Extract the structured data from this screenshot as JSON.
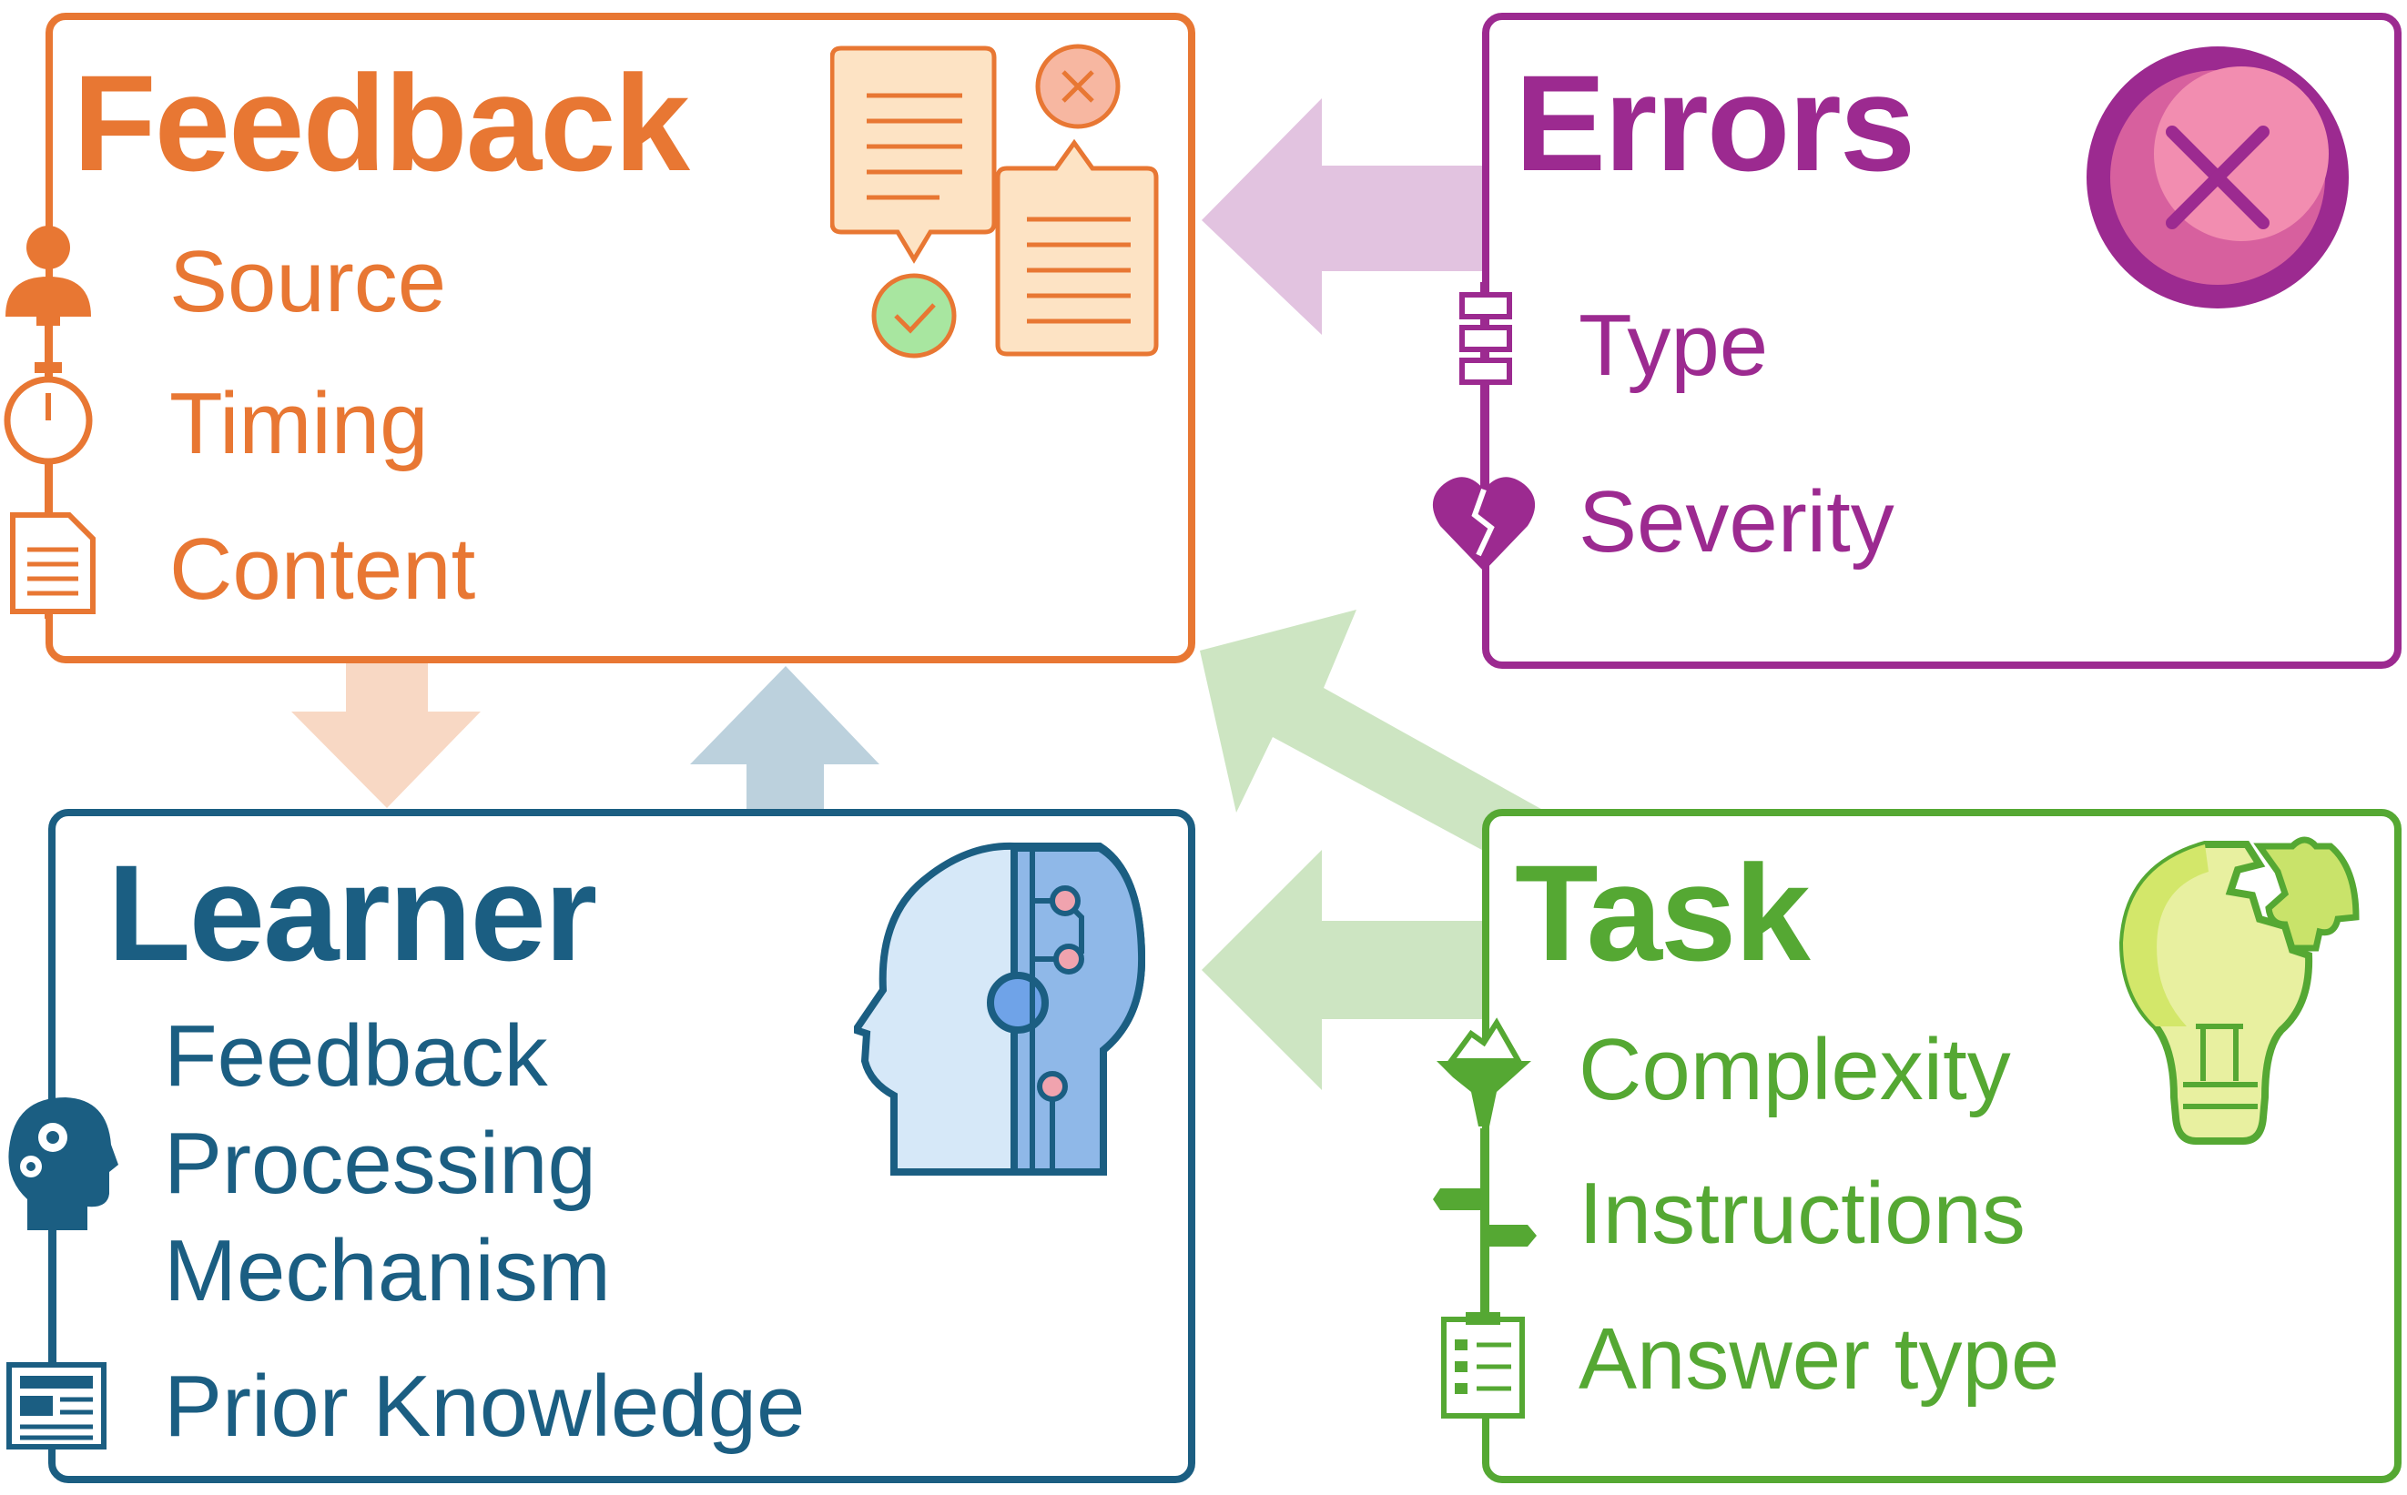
{
  "feedback": {
    "title": "Feedback",
    "items": [
      "Source",
      "Timing",
      "Content"
    ],
    "color": "#E87733"
  },
  "errors": {
    "title": "Errors",
    "items": [
      "Type",
      "Severity"
    ],
    "color": "#9C2A90"
  },
  "learner": {
    "title": "Learner",
    "items": [
      "Feedback Processing Mechanism",
      "Prior Knowledge"
    ],
    "color": "#1B5E82"
  },
  "task": {
    "title": "Task",
    "items": [
      "Complexity",
      "Instructions",
      "Answer type"
    ],
    "color": "#55A833"
  },
  "arrows": {
    "errors_to_feedback": "#E2C3E0",
    "task_to_feedback": "#CDE5C2",
    "task_to_learner": "#CDE5C2",
    "feedback_to_learner": "#F8D8C4",
    "learner_to_feedback": "#BCD1DD"
  }
}
